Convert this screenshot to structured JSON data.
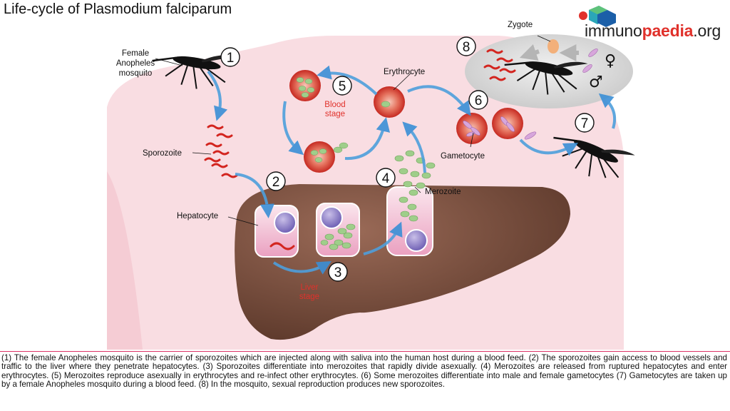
{
  "title": "Life-cycle of Plasmodium falciparum",
  "logo": {
    "part1": "immuno",
    "part2": "paedia",
    "part3": ".org"
  },
  "labels": {
    "female_mosquito": [
      "Female",
      "Anopheles",
      "mosquito"
    ],
    "sporozoite": "Sporozoite",
    "hepatocyte": "Hepatocyte",
    "liver_stage": [
      "Liver",
      "stage"
    ],
    "blood_stage": [
      "Blood",
      "stage"
    ],
    "erythrocyte": "Erythrocyte",
    "merozoite": "Merozoite",
    "gametocyte": "Gametocyte",
    "zygote": "Zygote",
    "female_symbol": "♀",
    "male_symbol": "♂"
  },
  "steps": [
    "1",
    "2",
    "3",
    "4",
    "5",
    "6",
    "7",
    "8"
  ],
  "caption": "(1) The female Anopheles mosquito is the carrier of sporozoites which are injected along with saliva into the human host during a blood feed. (2) The sporozoites gain access to blood vessels and traffic to the liver where they penetrate hepatocytes. (3) Sporozoites differentiate into merozoites that rapidly divide asexually. (4) Merozoites are released from ruptured hepatocytes and enter erythrocytes. (5) Merozoites reproduce asexually in erythrocytes and re-infect other erythrocytes. (6) Some merozoites differentiate into male and female gametocytes (7) Gametocytes are taken up by a female Anopheles mosquito during a blood feed. (8) In the mosquito, sexual reproduction produces new sporozoites.",
  "colors": {
    "body": "#f9dde2",
    "liver": "#7b5040",
    "erythrocyte": "#d8342c",
    "merozoite": "#9fce8a",
    "arrow": "#4e9fdc",
    "accent": "#e0312b"
  }
}
